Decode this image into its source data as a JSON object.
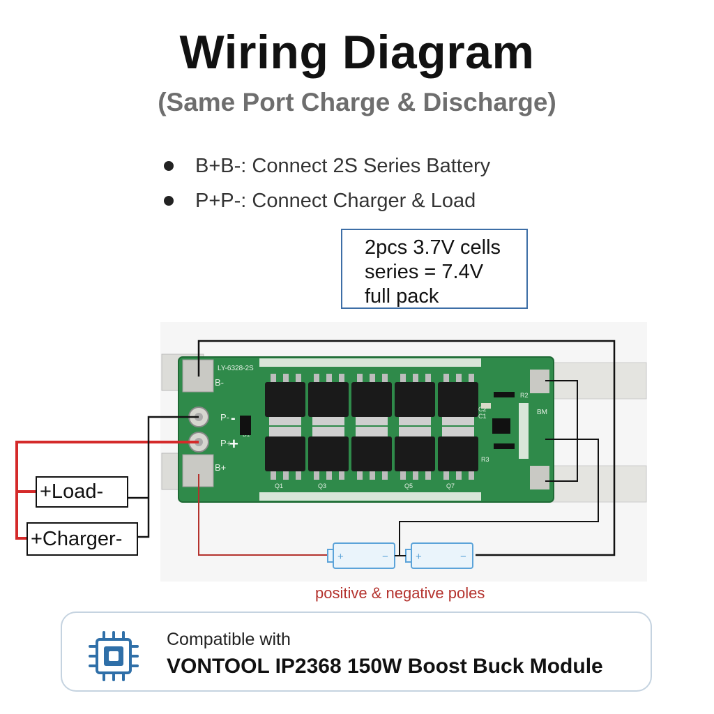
{
  "header": {
    "title": "Wiring Diagram",
    "subtitle": "(Same Port Charge & Discharge)"
  },
  "bullets": [
    "B+B-: Connect 2S Series Battery",
    "P+P-: Connect Charger & Load"
  ],
  "infobox": {
    "line1": "2pcs 3.7V cells",
    "line2": "series = 7.4V",
    "line3": "full pack"
  },
  "board": {
    "model": "LY-6328-2S",
    "pad_labels": {
      "bminus": "B-",
      "pminus": "P-",
      "pplus": "P+",
      "bplus": "B+",
      "bm": "BM"
    },
    "marks": {
      "minus": "-",
      "plus": "+"
    },
    "mosfet_labels": [
      "Q1",
      "Q3",
      "Q5",
      "Q7"
    ],
    "resistor_labels": [
      "R2",
      "R3"
    ],
    "cap_labels": [
      "C2",
      "C1"
    ],
    "diode_label": "D1",
    "colors": {
      "pcb": "#2f8a4a",
      "mosfet": "#1a1a1a",
      "wire_red": "#d42a2a",
      "wire_black": "#111111"
    }
  },
  "labels": {
    "load": "+Load-",
    "charger": "+Charger-"
  },
  "cells": {
    "plus": "+",
    "minus": "−",
    "caption": "positive & negative poles"
  },
  "compat": {
    "icon": "chip-icon",
    "line1": "Compatible with",
    "line2": "VONTOOL IP2368 150W Boost Buck Module"
  }
}
